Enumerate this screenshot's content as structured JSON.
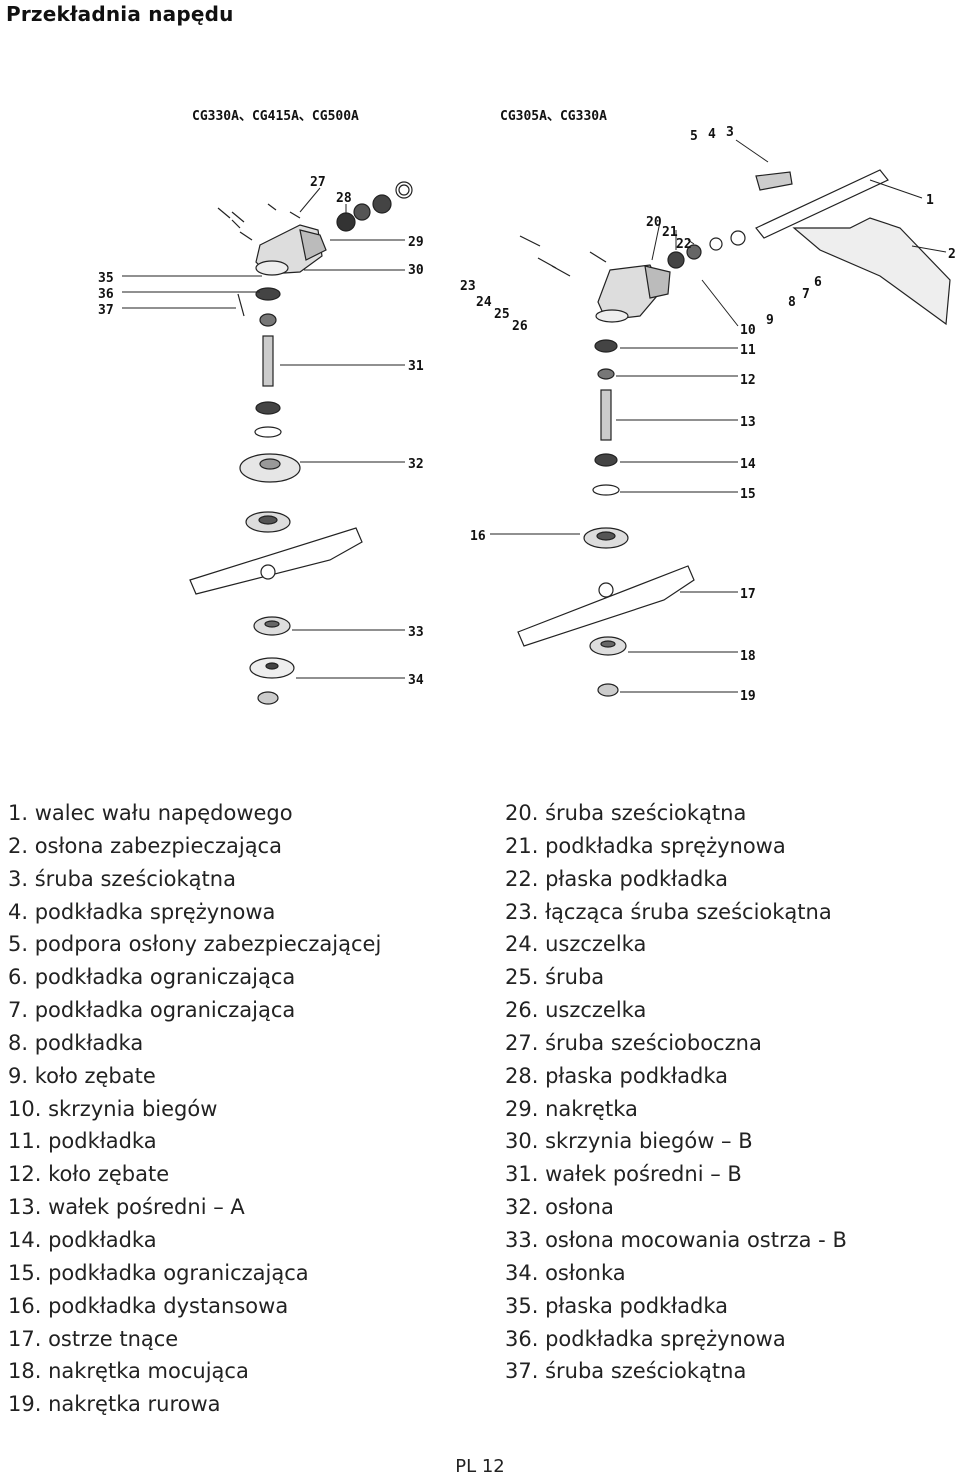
{
  "page": {
    "title": "Przekładnia napędu",
    "page_number": "PL 12"
  },
  "diagram": {
    "caption_left": "CG330A、CG415A、CG500A",
    "caption_right": "CG305A、CG330A",
    "labels": {
      "l1": "1",
      "l2": "2",
      "l3": "3",
      "l4": "4",
      "l5": "5",
      "l6": "6",
      "l7": "7",
      "l8": "8",
      "l9": "9",
      "l10": "10",
      "l11": "11",
      "l12": "12",
      "l13": "13",
      "l14": "14",
      "l15": "15",
      "l16": "16",
      "l17": "17",
      "l18": "18",
      "l19": "19",
      "l20": "20",
      "l21": "21",
      "l22": "22",
      "l23": "23",
      "l24": "24",
      "l25": "25",
      "l26": "26",
      "l27": "27",
      "l28": "28",
      "l29": "29",
      "l30": "30",
      "l31": "31",
      "l32": "32",
      "l33": "33",
      "l34": "34",
      "l35": "35",
      "l36": "36",
      "l37": "37"
    }
  },
  "legend_left": [
    "1. walec wału napędowego",
    "2. osłona zabezpieczająca",
    "3. śruba sześciokątna",
    "4. podkładka sprężynowa",
    "5. podpora osłony zabezpieczającej",
    "6. podkładka ograniczająca",
    "7. podkładka ograniczająca",
    "8. podkładka",
    "9. koło zębate",
    "10. skrzynia biegów",
    "11. podkładka",
    "12. koło zębate",
    "13. wałek pośredni – A",
    "14. podkładka",
    "15. podkładka ograniczająca",
    "16. podkładka dystansowa",
    "17. ostrze tnące",
    "18. nakrętka mocująca",
    "19. nakrętka rurowa"
  ],
  "legend_right": [
    "20. śruba sześciokątna",
    "21. podkładka sprężynowa",
    "22. płaska podkładka",
    "23. łącząca śruba sześciokątna",
    "24. uszczelka",
    "25. śruba",
    "26. uszczelka",
    "27. śruba sześcioboczna",
    "28. płaska podkładka",
    "29. nakrętka",
    "30. skrzynia biegów – B",
    "31. wałek pośredni – B",
    "32. osłona",
    "33. osłona mocowania ostrza - B",
    "34. osłonka",
    "35. płaska podkładka",
    "36. podkładka sprężynowa",
    "37. śruba sześciokątna"
  ]
}
